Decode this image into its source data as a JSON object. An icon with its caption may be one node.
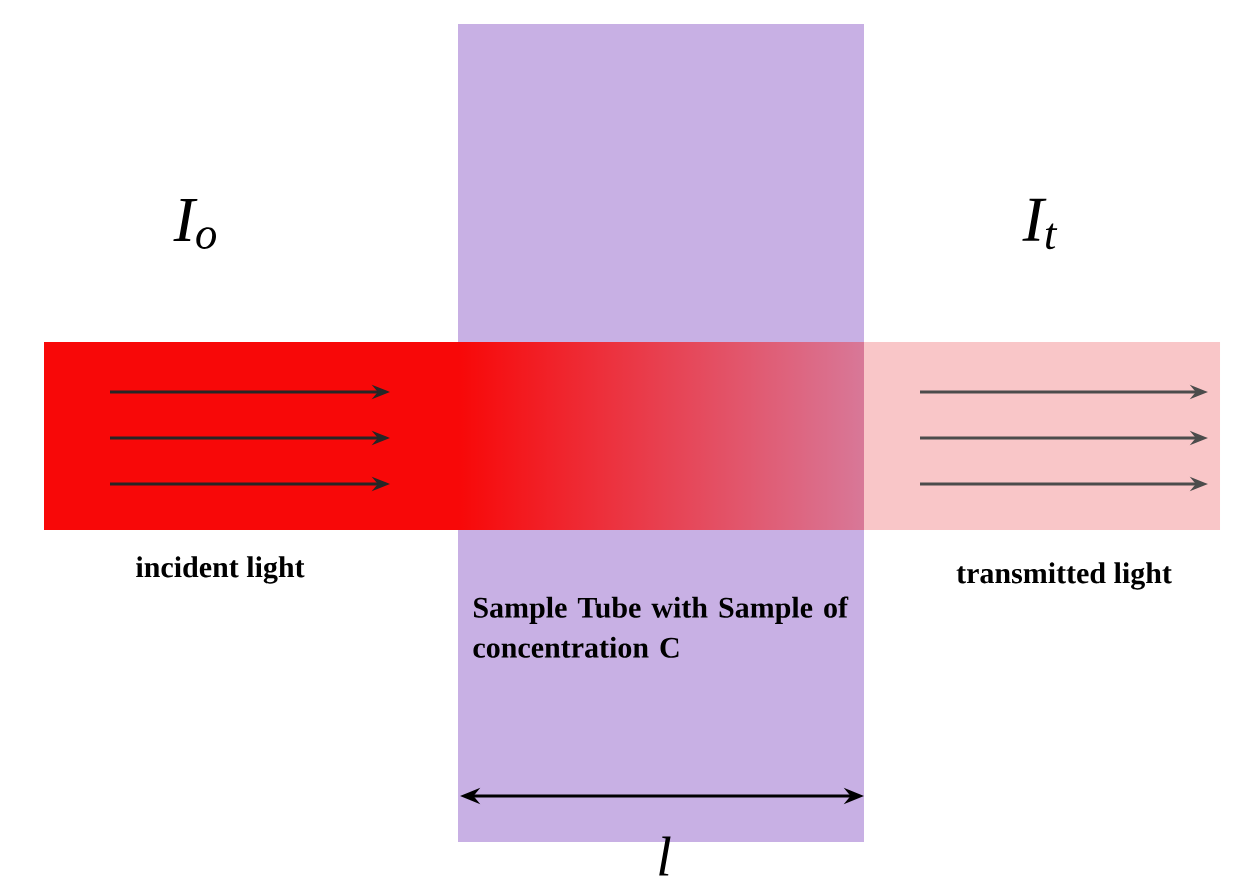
{
  "diagram": {
    "nodes": [
      {
        "text": [
          "Sample Tube with Sample of concentration C"
        ]
      }
    ],
    "labels": [
      "I$_{o}$",
      "I$_{t}$",
      "incident light",
      "transmitted light",
      "l"
    ]
  }
}
